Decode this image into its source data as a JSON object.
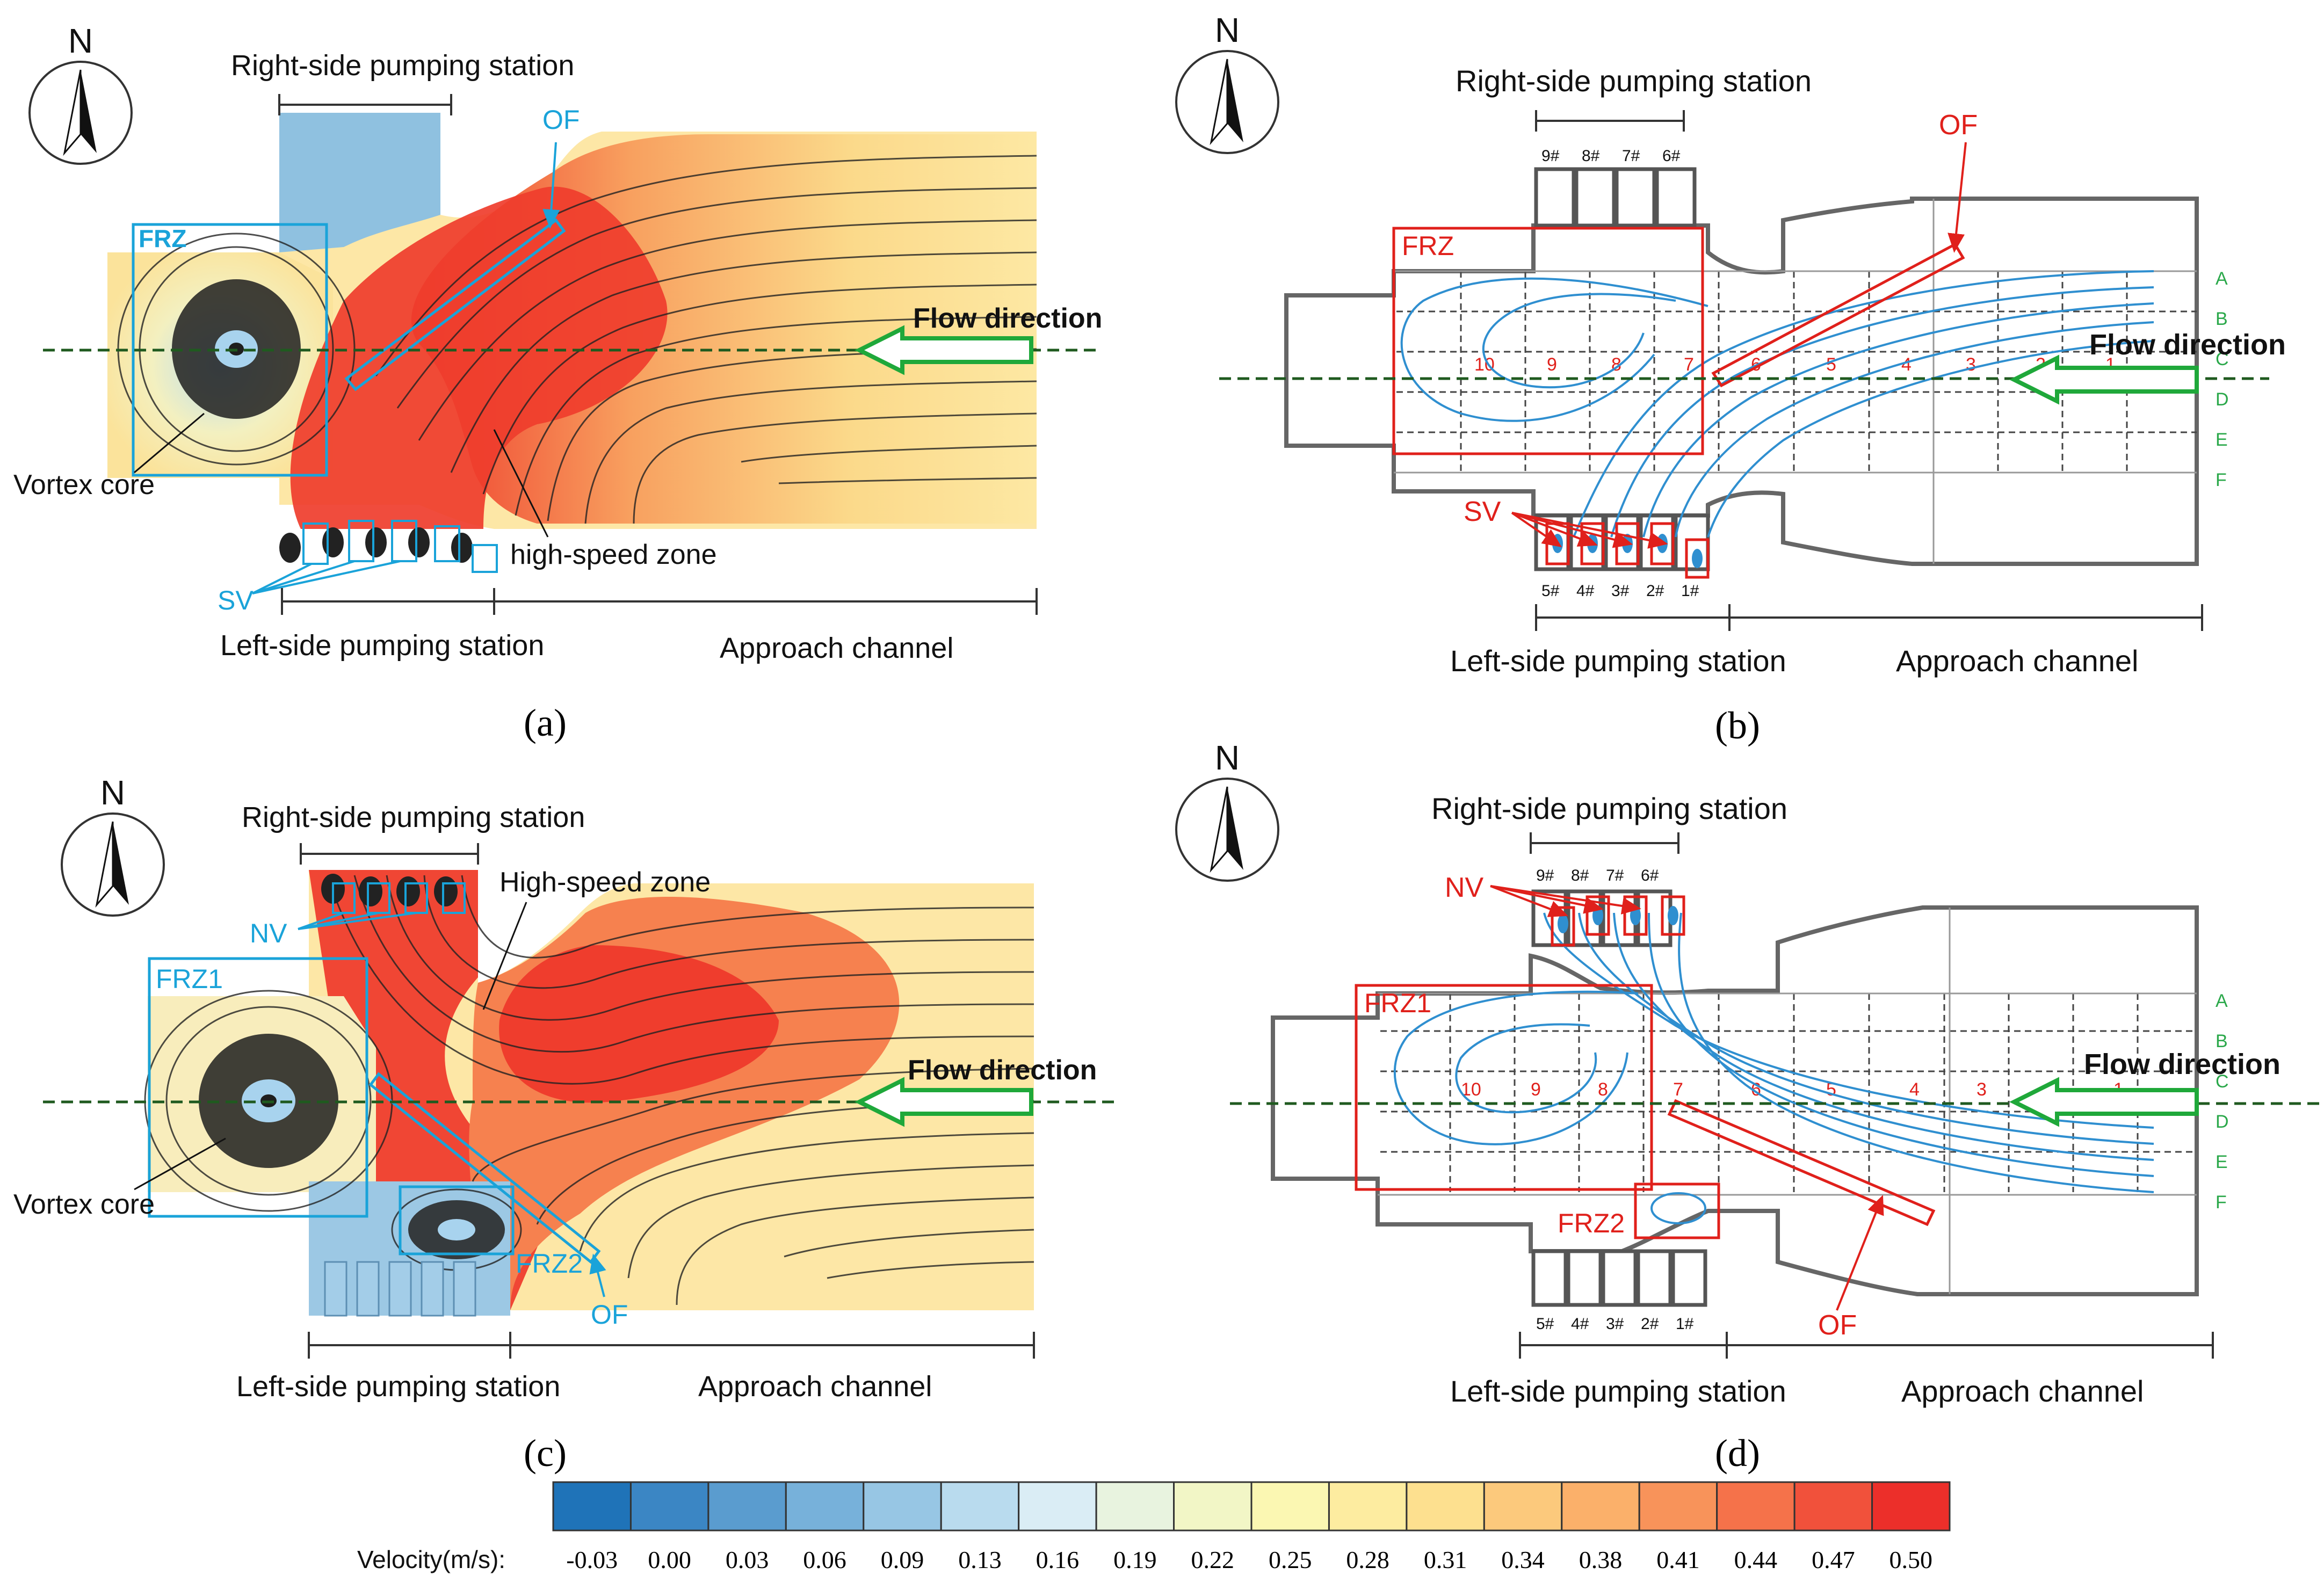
{
  "colors": {
    "blue_label": "#1aa3d9",
    "red_label": "#e0201b",
    "green_arrow": "#1fa83a",
    "centerline": "#1f5a1f",
    "streamline_blue": "#2f8fd0",
    "grid_letter": "#2aa84a",
    "outline": "#555555"
  },
  "panels": {
    "a": {
      "caption": "(a)",
      "right_station": "Right-side pumping station",
      "left_station": "Left-side pumping station",
      "approach": "Approach channel",
      "flow": "Flow direction",
      "frz": "FRZ",
      "of": "OF",
      "sv": "SV",
      "vortex": "Vortex core",
      "high_speed": "high-speed zone"
    },
    "b": {
      "caption": "(b)",
      "right_station": "Right-side pumping station",
      "left_station": "Left-side pumping station",
      "approach": "Approach channel",
      "flow": "Flow direction",
      "frz": "FRZ",
      "of": "OF",
      "sv": "SV",
      "units_top": [
        "9#",
        "8#",
        "7#",
        "6#"
      ],
      "units_bottom": [
        "5#",
        "4#",
        "3#",
        "2#",
        "1#"
      ],
      "rows": [
        "A",
        "B",
        "C",
        "D",
        "E",
        "F"
      ],
      "sections": [
        "10",
        "9",
        "8",
        "7",
        "6",
        "5",
        "4",
        "3",
        "2",
        "1"
      ]
    },
    "c": {
      "caption": "(c)",
      "right_station": "Right-side pumping station",
      "left_station": "Left-side pumping station",
      "approach": "Approach channel",
      "flow": "Flow direction",
      "frz1": "FRZ1",
      "frz2": "FRZ2",
      "of": "OF",
      "nv": "NV",
      "vortex": "Vortex core",
      "high_speed": "High-speed zone"
    },
    "d": {
      "caption": "(d)",
      "right_station": "Right-side pumping station",
      "left_station": "Left-side pumping station",
      "approach": "Approach channel",
      "flow": "Flow direction",
      "frz1": "FRZ1",
      "frz2": "FRZ2",
      "of": "OF",
      "nv": "NV",
      "units_top": [
        "9#",
        "8#",
        "7#",
        "6#"
      ],
      "units_bottom": [
        "5#",
        "4#",
        "3#",
        "2#",
        "1#"
      ],
      "rows": [
        "A",
        "B",
        "C",
        "D",
        "E",
        "F"
      ],
      "sections": [
        "10",
        "9",
        "8",
        "7",
        "6",
        "5",
        "4",
        "3",
        "2",
        "1"
      ]
    }
  },
  "compass": "N",
  "colorbar": {
    "label": "Velocity(m/s):",
    "ticks": [
      "-0.03",
      "0.00",
      "0.03",
      "0.06",
      "0.09",
      "0.13",
      "0.16",
      "0.19",
      "0.22",
      "0.25",
      "0.28",
      "0.31",
      "0.34",
      "0.38",
      "0.41",
      "0.44",
      "0.47",
      "0.50"
    ],
    "colors": [
      "#1f73b8",
      "#3b86c4",
      "#5a9ccf",
      "#77b1da",
      "#97c6e4",
      "#b9dbee",
      "#daedf5",
      "#e8f3df",
      "#f2f6c6",
      "#fbf7b2",
      "#fdeca0",
      "#fde08f",
      "#fcc97c",
      "#fbb06a",
      "#f8935a",
      "#f5724a",
      "#f1513b",
      "#ec2f2a"
    ]
  }
}
